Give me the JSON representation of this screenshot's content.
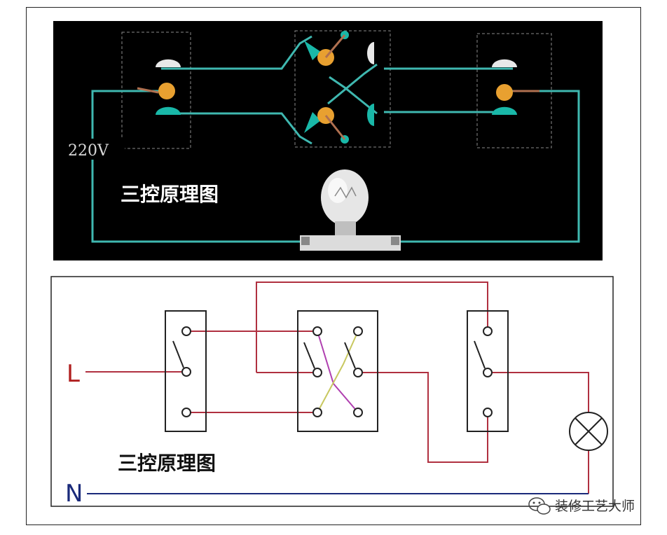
{
  "top_diagram": {
    "voltage_label": "220V",
    "title": "三控原理图",
    "colors": {
      "background": "#000000",
      "wire": "#3fb8b0",
      "contact_orange": "#e8a030",
      "contact_teal": "#19b8a8",
      "contact_white": "#e8e8e8"
    }
  },
  "bottom_diagram": {
    "title": "三控原理图",
    "live_label": "L",
    "neutral_label": "N",
    "colors": {
      "live_wire": "#b03040",
      "neutral_wire": "#1a2a7a",
      "cross_purple": "#b040b0",
      "cross_olive": "#c8c860"
    }
  },
  "watermark": {
    "text": "装修工艺大师",
    "icon": "wechat-icon"
  }
}
